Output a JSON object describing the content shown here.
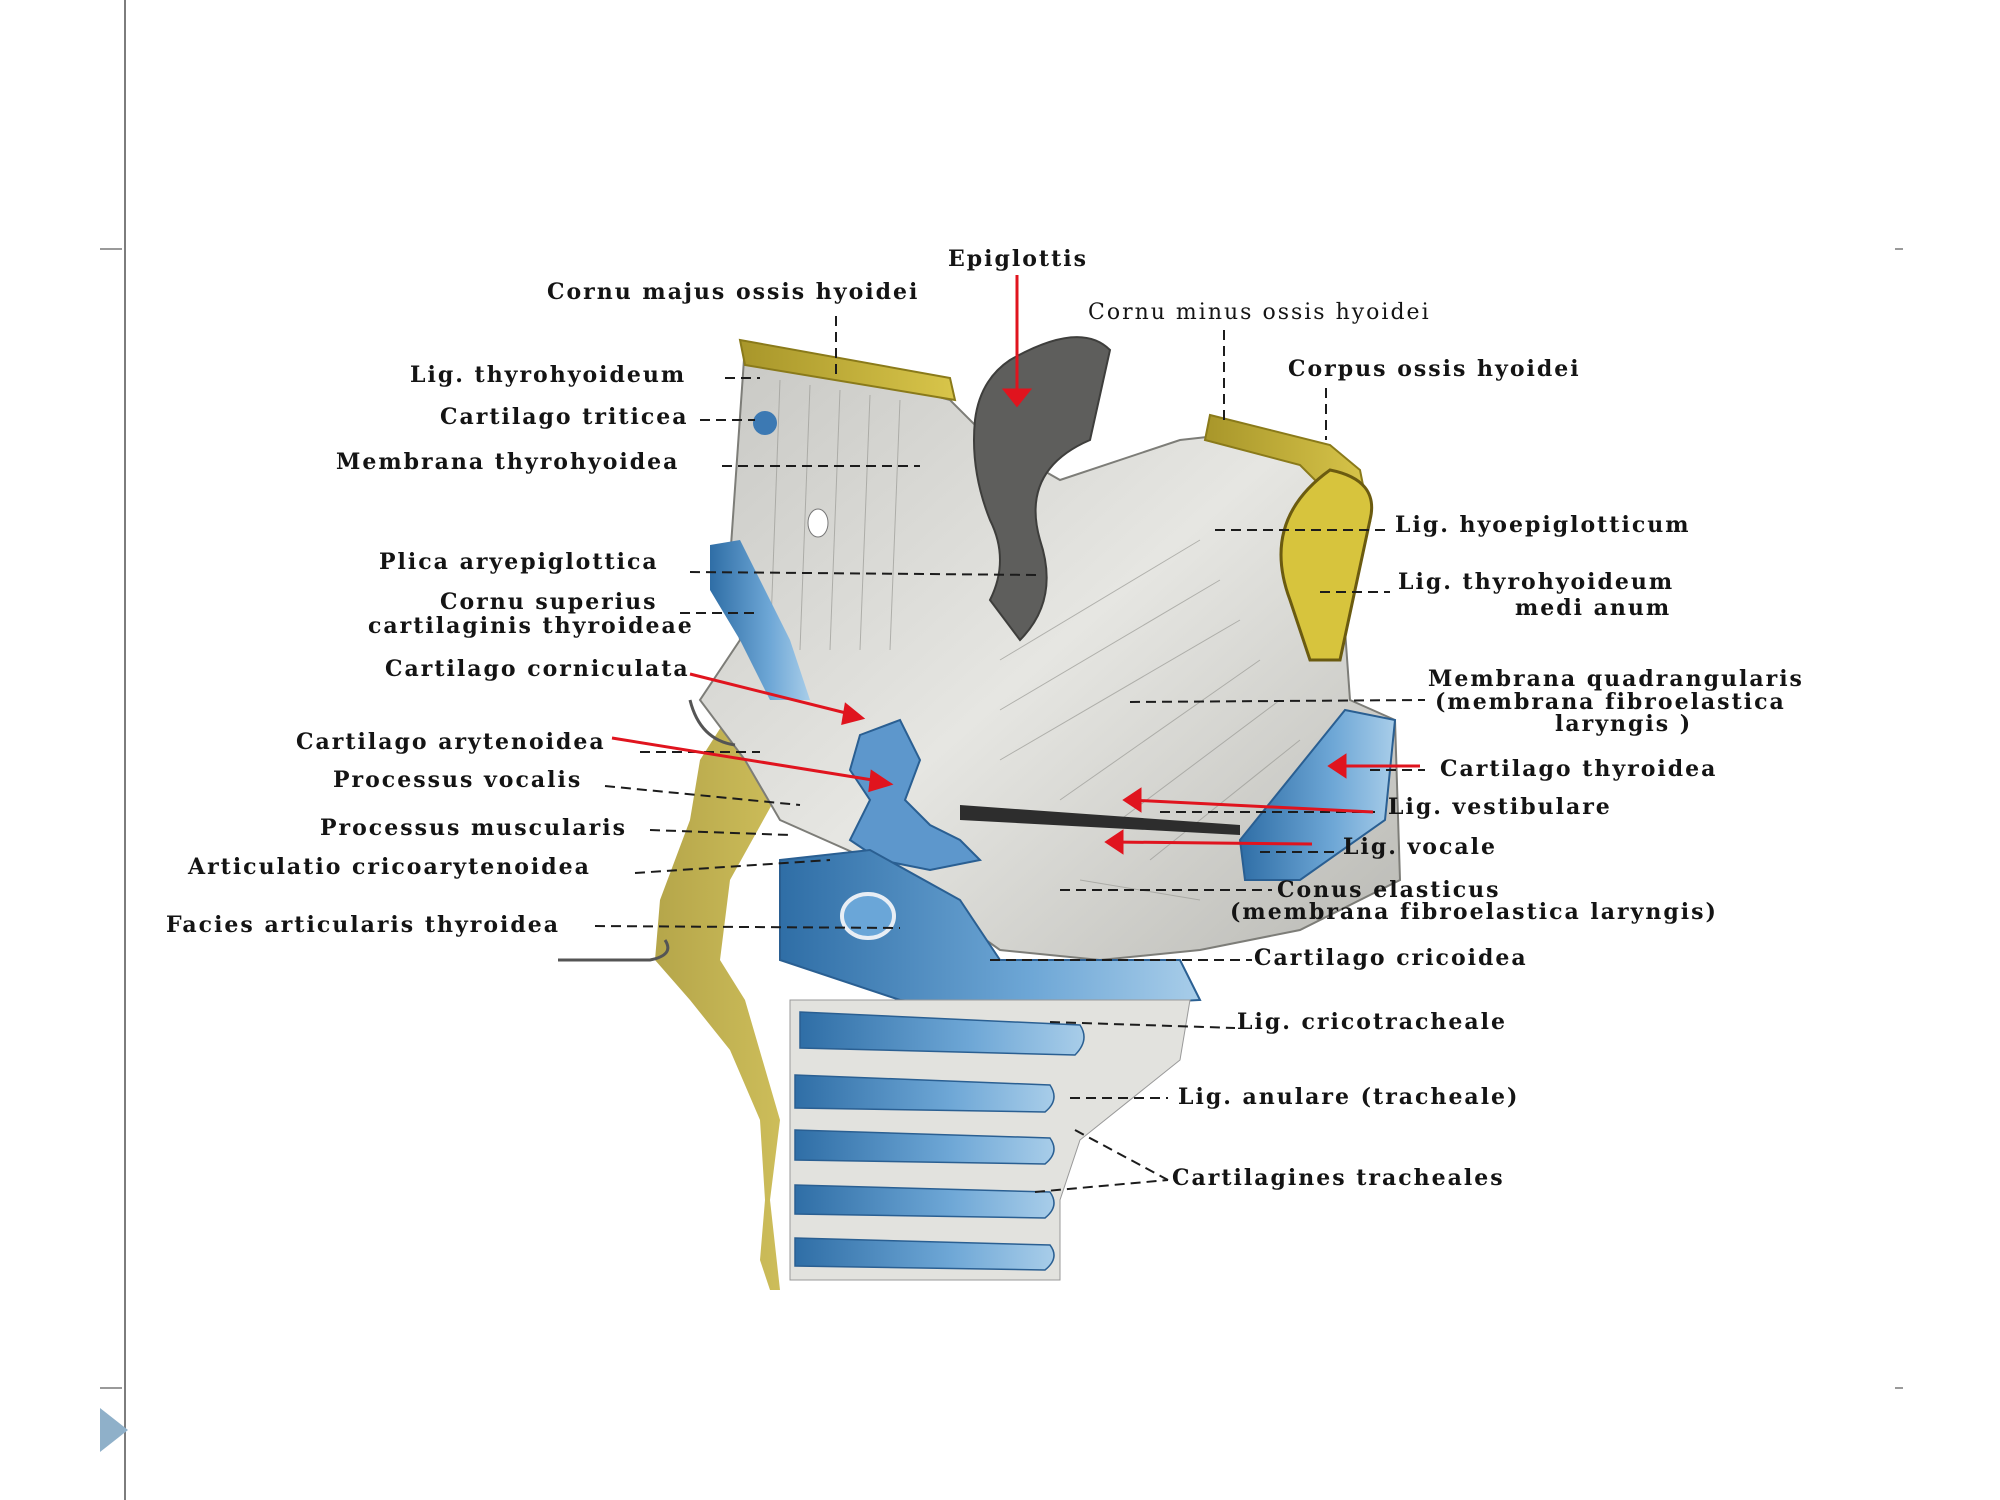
{
  "slide": {
    "nav_icon": "play-triangle-icon",
    "accent": "#8fb0c9"
  },
  "diagram": {
    "colors": {
      "cartilage": "#4d8ec2",
      "bone": "#c9b52f",
      "membrane": "#d4d4d0",
      "arrow": "#e0141e"
    },
    "labels": {
      "epiglottis": "Epiglottis",
      "cornu_majus": "Cornu majus ossis hyoidei",
      "cornu_minus": "Cornu minus ossis hyoidei",
      "lig_thyrohyoideum": "Lig. thyrohyoideum",
      "corpus_ossis": "Corpus ossis hyoidei",
      "cartilago_triticea": "Cartilago triticea",
      "membrana_thyrohyoidea": "Membrana thyrohyoidea",
      "lig_hyoepiglotticum": "Lig. hyoepiglotticum",
      "plica_aryepiglottica": "Plica aryepiglottica",
      "lig_thyrohyoideum_medianum_1": "Lig. thyrohyoideum",
      "lig_thyrohyoideum_medianum_2": "medi anum",
      "cornu_superius_1": "Cornu superius",
      "cornu_superius_2": "cartilaginis thyroideae",
      "cartilago_corniculata": "Cartilago corniculata",
      "membrana_quadrangularis_1": "Membrana quadrangularis",
      "membrana_quadrangularis_2": "(membrana fibroelastica",
      "membrana_quadrangularis_3": "laryngis )",
      "cartilago_arytenoidea": "Cartilago arytenoidea",
      "processus_vocalis": "Processus vocalis",
      "cartilago_thyroidea": "Cartilago thyroidea",
      "lig_vestibulare": "Lig. vestibulare",
      "processus_muscularis": "Processus muscularis",
      "lig_vocale": "Lig. vocale",
      "articulatio": "Articulatio cricoarytenoidea",
      "conus_elasticus_1": "Conus elasticus",
      "conus_elasticus_2": "(membrana fibroelastica laryngis)",
      "facies_articularis": "Facies articularis thyroidea",
      "cartilago_cricoidea": "Cartilago cricoidea",
      "lig_cricotracheale": "Lig. cricotracheale",
      "lig_anulare": "Lig. anulare (tracheale)",
      "cartilagines_tracheales": "Cartilagines tracheales"
    }
  }
}
